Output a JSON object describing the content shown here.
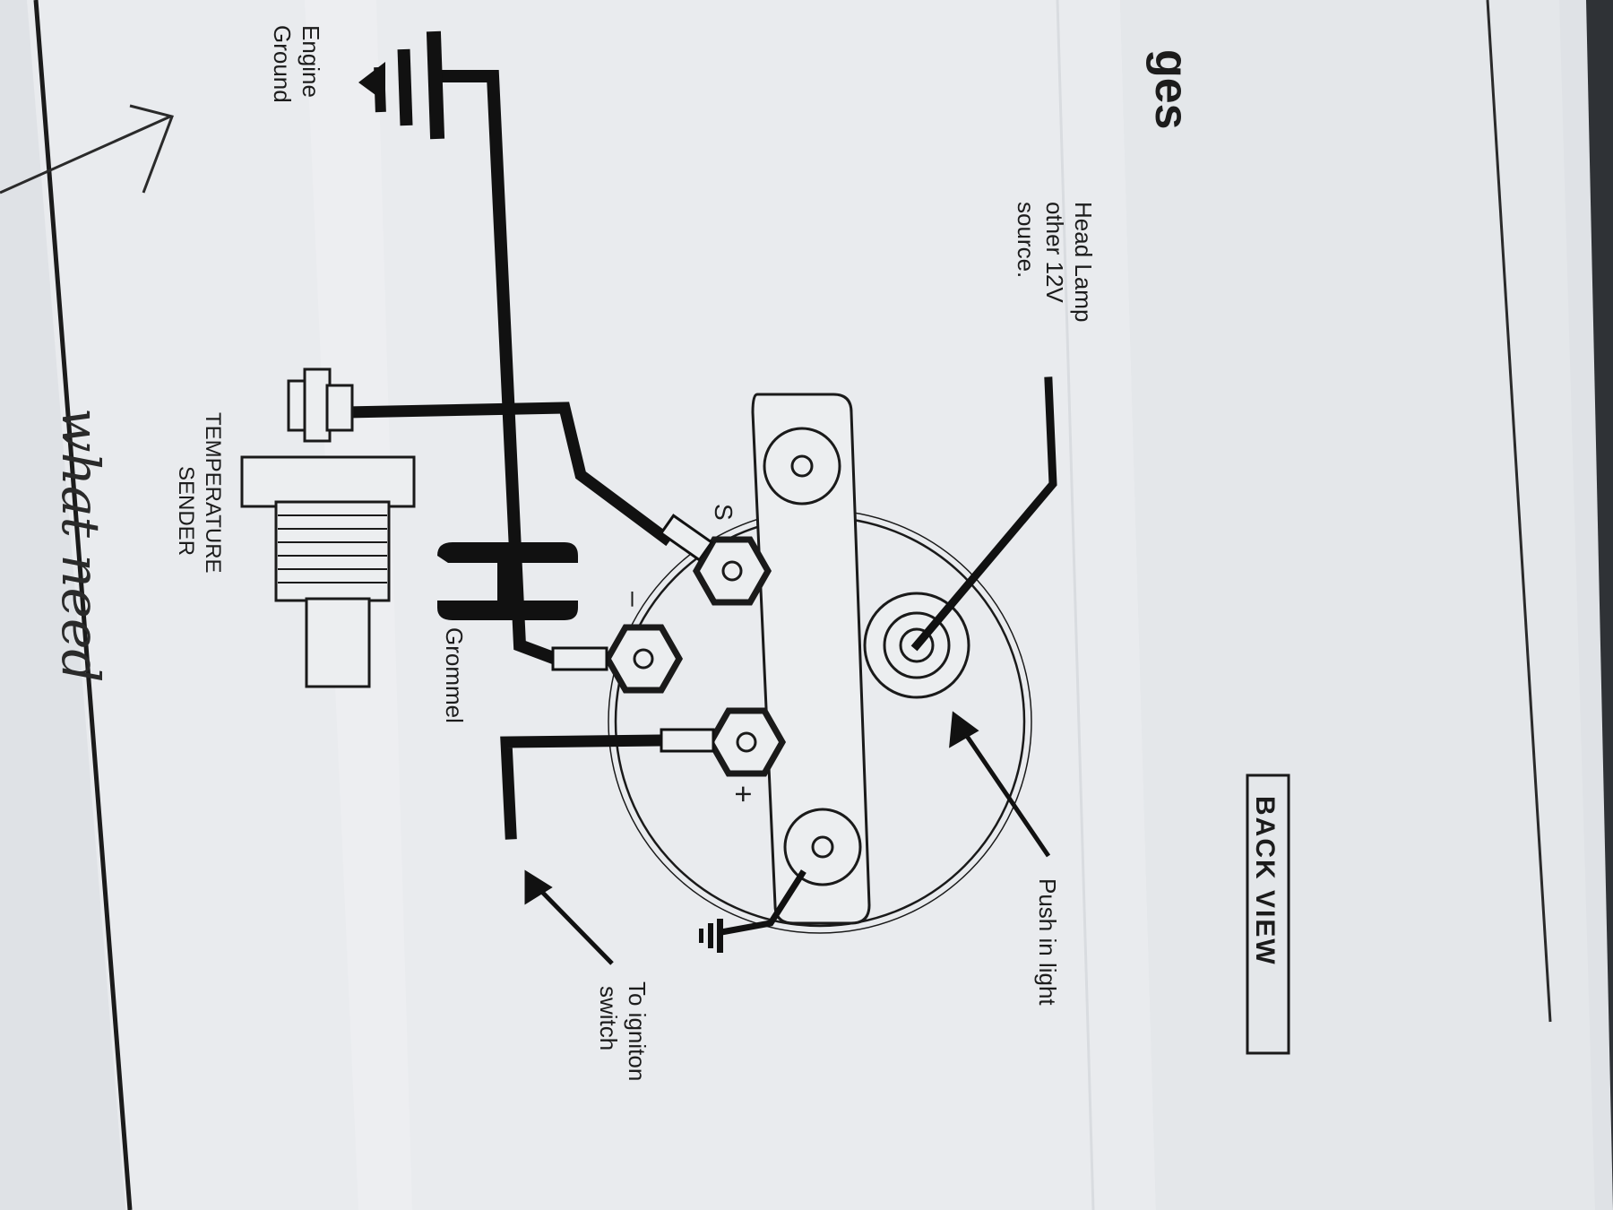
{
  "page": {
    "heading_fragment": "ges",
    "handwriting": "what need"
  },
  "diagram": {
    "back_view_label": "BACK VIEW",
    "head_lamp_label": [
      "Head Lamp",
      "other 12V",
      "source."
    ],
    "push_light_label": "Push in light",
    "ignition_label": [
      "To igniton",
      "switch"
    ],
    "grommet_label": "Grommel",
    "engine_ground_label": [
      "Engine",
      "Ground"
    ],
    "temp_sender_label": [
      "TEMPERATURE",
      "SENDER"
    ],
    "terminals": {
      "sender": "S",
      "negative": "–",
      "positive": "+"
    }
  },
  "colors": {
    "paper": "#e9ebee",
    "paper_shadow": "#d5d8dc",
    "ink": "#1a1a1a",
    "background": "#3a3d40"
  }
}
